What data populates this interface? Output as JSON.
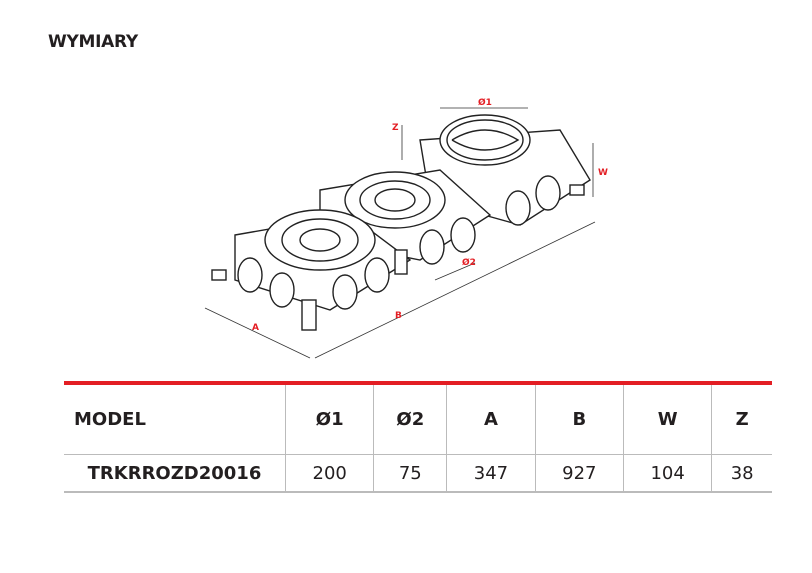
{
  "title": "WYMIARY",
  "drawing": {
    "labels": {
      "d1": "Ø1",
      "d2": "Ø2",
      "a": "A",
      "b": "B",
      "w": "W",
      "z": "Z"
    }
  },
  "table": {
    "headers": [
      "MODEL",
      "Ø1",
      "Ø2",
      "A",
      "B",
      "W",
      "Z"
    ],
    "rows": [
      [
        "TRKRROZD20016",
        "200",
        "75",
        "347",
        "927",
        "104",
        "38"
      ]
    ]
  },
  "colors": {
    "accent": "#e31e24"
  }
}
